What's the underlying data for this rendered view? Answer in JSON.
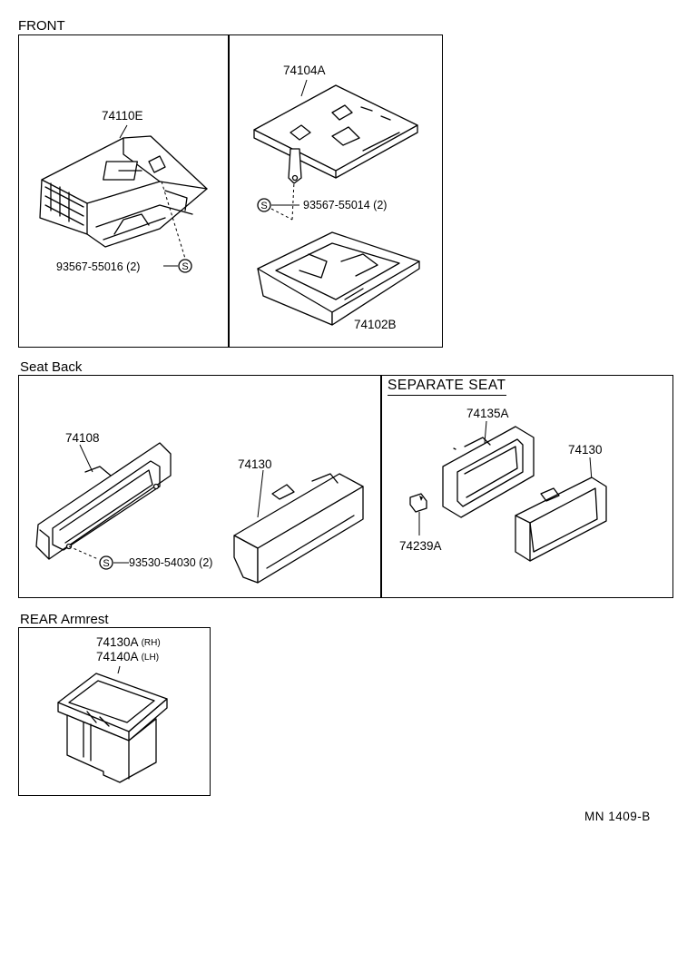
{
  "sections": {
    "front": "FRONT",
    "seat_back": "Seat Back",
    "separate_seat": "SEPARATE  SEAT",
    "rear_armrest": "REAR Armrest"
  },
  "parts": {
    "p74110E": "74110E",
    "p74104A": "74104A",
    "p93567_55014": "93567-55014 (2)",
    "p93567_55016": "93567-55016 (2)",
    "p74102B": "74102B",
    "p74108": "74108",
    "p74130_a": "74130",
    "p93530_54030": "93530-54030 (2)",
    "p74135A": "74135A",
    "p74130_b": "74130",
    "p74239A": "74239A",
    "p74130A": "74130A",
    "p74130A_side": "(RH)",
    "p74140A": "74140A",
    "p74140A_side": "(LH)"
  },
  "screw_symbol": "S",
  "diagram_code": "MN  1409-B"
}
